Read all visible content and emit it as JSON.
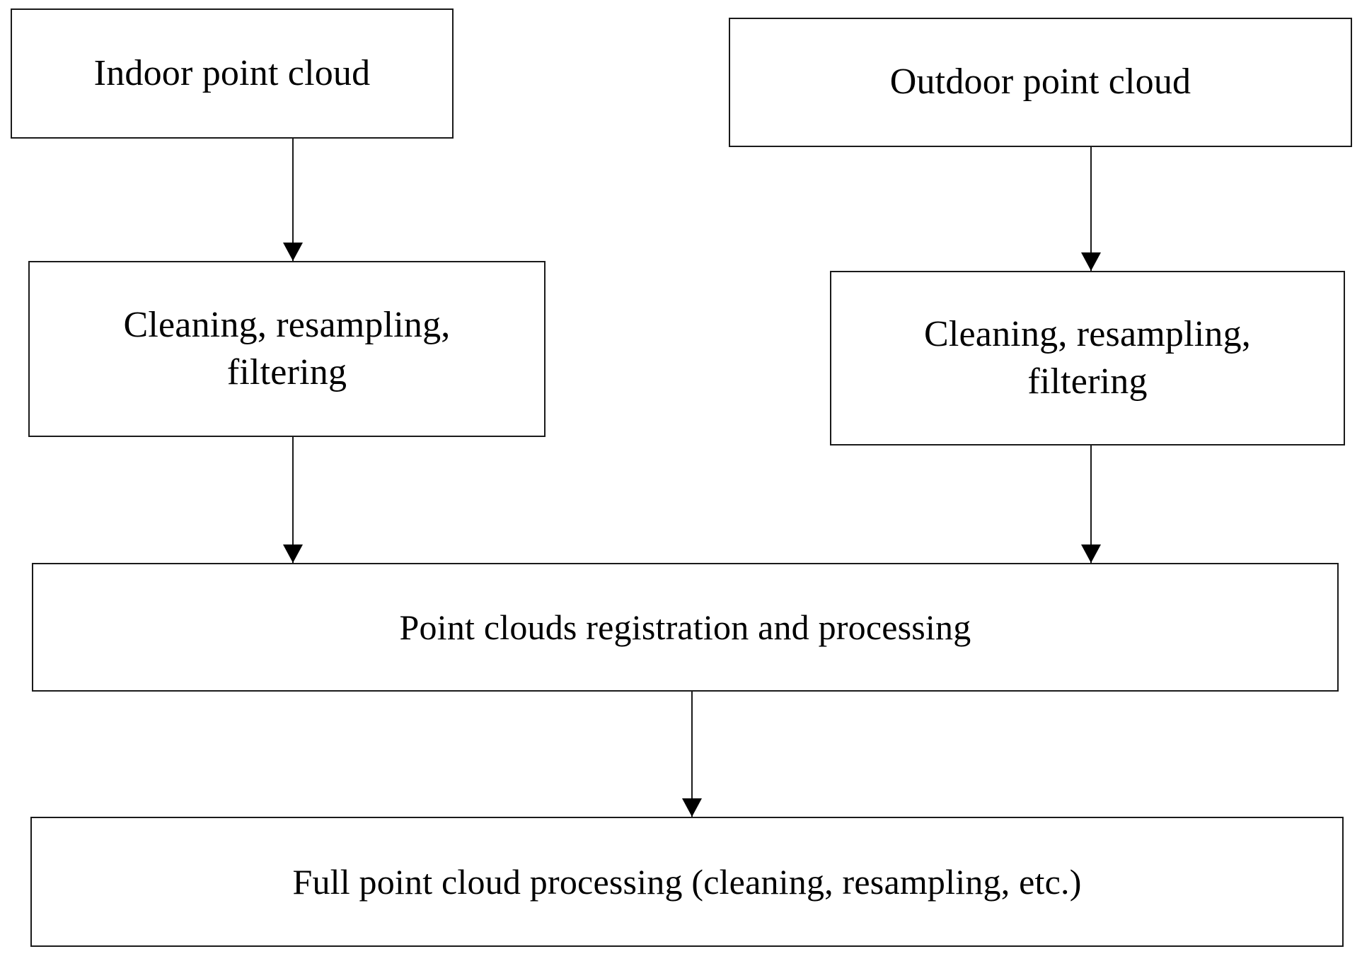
{
  "diagram": {
    "type": "flowchart",
    "orientation": "top-to-bottom",
    "background_color": "#ffffff",
    "line_color": "#1a1a1a",
    "text_color": "#000000",
    "nodes": [
      {
        "id": "indoor-point-cloud",
        "label": "Indoor point cloud",
        "shape": "rectangle",
        "column": "left",
        "row": 1
      },
      {
        "id": "outdoor-point-cloud",
        "label": "Outdoor point cloud",
        "shape": "rectangle",
        "column": "right",
        "row": 1
      },
      {
        "id": "indoor-cleaning",
        "label": "Cleaning, resampling,\nfiltering",
        "shape": "rectangle",
        "column": "left",
        "row": 2
      },
      {
        "id": "outdoor-cleaning",
        "label": "Cleaning, resampling,\nfiltering",
        "shape": "rectangle",
        "column": "right",
        "row": 2
      },
      {
        "id": "registration",
        "label": "Point clouds registration and processing",
        "shape": "rectangle",
        "column": "full",
        "row": 3
      },
      {
        "id": "full-processing",
        "label": "Full point cloud processing (cleaning, resampling, etc.)",
        "shape": "rectangle",
        "column": "full",
        "row": 4
      }
    ],
    "edges": [
      {
        "id": "indoor-to-cleaning",
        "from": "indoor-point-cloud",
        "to": "indoor-cleaning",
        "arrowhead": "solid-triangle",
        "label": ""
      },
      {
        "id": "outdoor-to-cleaning",
        "from": "outdoor-point-cloud",
        "to": "outdoor-cleaning",
        "arrowhead": "solid-triangle",
        "label": ""
      },
      {
        "id": "indoor-to-registration",
        "from": "indoor-cleaning",
        "to": "registration",
        "arrowhead": "solid-triangle",
        "label": ""
      },
      {
        "id": "outdoor-to-registration",
        "from": "outdoor-cleaning",
        "to": "registration",
        "arrowhead": "solid-triangle",
        "label": ""
      },
      {
        "id": "registration-to-full",
        "from": "registration",
        "to": "full-processing",
        "arrowhead": "solid-triangle",
        "label": ""
      }
    ]
  }
}
